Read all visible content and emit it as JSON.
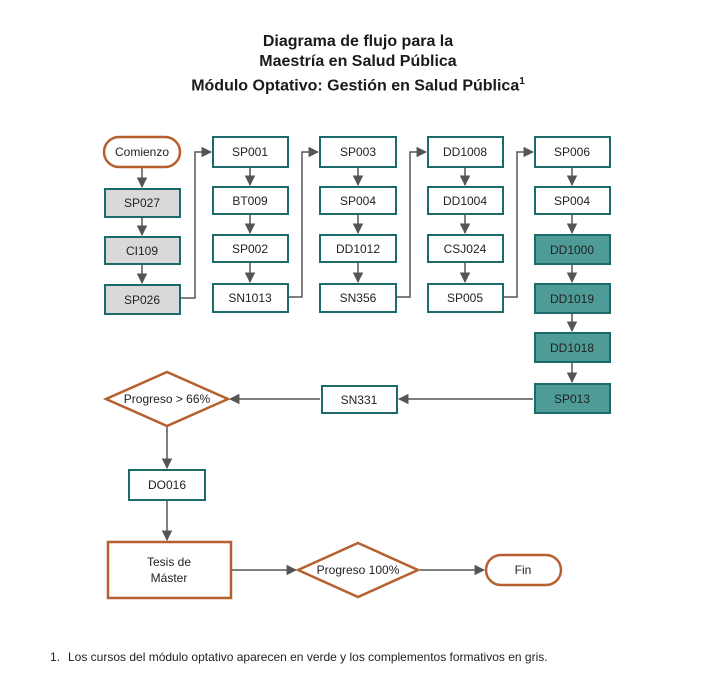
{
  "title": {
    "line1": "Diagrama de flujo para la",
    "line2": "Maestría en Salud Pública",
    "line3": "Módulo Optativo: Gestión en Salud Pública",
    "footnote_ref": "1"
  },
  "colors": {
    "orange": "#B5602E",
    "teal": "#1B6B6A",
    "teal_fill": "#4F9B97",
    "grey_fill": "#D9D9D9",
    "arrow": "#555555"
  },
  "nodes": {
    "start": "Comienzo",
    "sp027": "SP027",
    "ci109": "CI109",
    "sp026": "SP026",
    "sp001": "SP001",
    "bt009": "BT009",
    "sp002": "SP002",
    "sn1013": "SN1013",
    "sp003": "SP003",
    "sp004a": "SP004",
    "dd1012": "DD1012",
    "sn356": "SN356",
    "dd1008": "DD1008",
    "dd1004": "DD1004",
    "csj024": "CSJ024",
    "sp005": "SP005",
    "sp006": "SP006",
    "sp004b": "SP004",
    "dd1000": "DD1000",
    "dd1019": "DD1019",
    "dd1018": "DD1018",
    "sp013": "SP013",
    "sn331": "SN331",
    "progress66": "Progreso > 66%",
    "do016": "DO016",
    "thesis_line1": "Tesis de",
    "thesis_line2": "Máster",
    "progress100": "Progreso 100%",
    "end": "Fin"
  },
  "footnote": {
    "number": "1.",
    "text": "Los cursos del módulo optativo aparecen en verde y los complementos formativos en gris."
  }
}
